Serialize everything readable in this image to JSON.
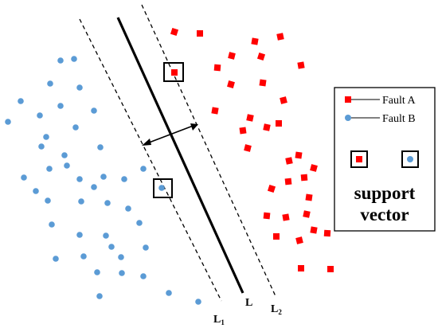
{
  "colors": {
    "fault_a": "#ff0000",
    "fault_b": "#5b9bd5",
    "line": "#000000",
    "background": "#ffffff"
  },
  "lines": {
    "main_label": "L",
    "margin1_label_main": "L",
    "margin1_label_sub": "1",
    "margin2_label_main": "L",
    "margin2_label_sub": "2"
  },
  "legend": {
    "fault_a_label": "Fault A",
    "fault_b_label": "Fault B",
    "support_line1": "support",
    "support_line2": "vector"
  },
  "fault_a_count": 34,
  "fault_b_count": 43,
  "support_vectors": [
    "Fault A",
    "Fault B"
  ]
}
